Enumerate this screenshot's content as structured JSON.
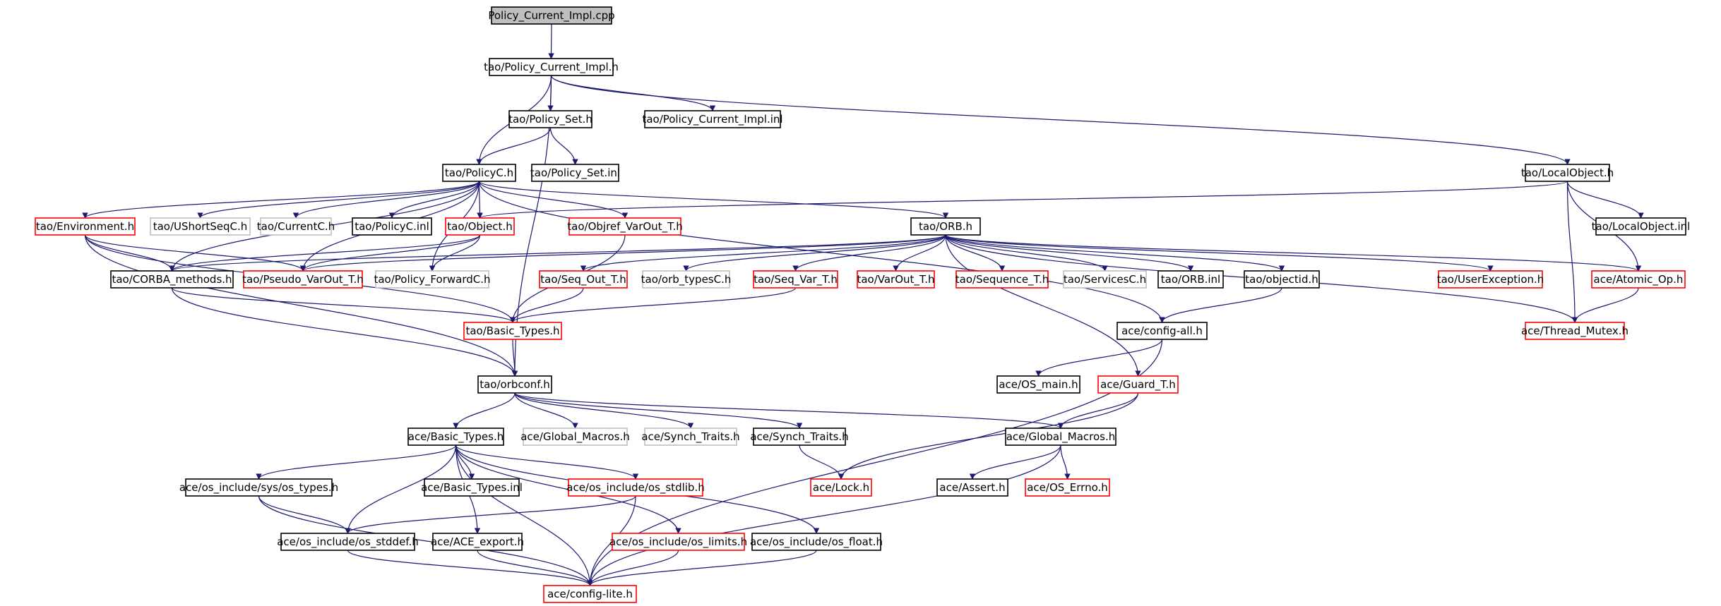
{
  "colors": {
    "edge": "#191970",
    "border_normal": "#000000",
    "border_truncated": "#ff0000",
    "border_external": "#bfbfbf",
    "root_fill": "#bfbfbf",
    "node_fill": "#ffffff"
  },
  "nodes": [
    {
      "id": "root",
      "label": "Policy_Current_Impl.cpp",
      "style": "root"
    },
    {
      "id": "pci_h",
      "label": "tao/Policy_Current_Impl.h",
      "style": "normal"
    },
    {
      "id": "policy_set_h",
      "label": "tao/Policy_Set.h",
      "style": "normal"
    },
    {
      "id": "pci_inl",
      "label": "tao/Policy_Current_Impl.inl",
      "style": "normal"
    },
    {
      "id": "policyc_h",
      "label": "tao/PolicyC.h",
      "style": "normal"
    },
    {
      "id": "policy_set_inl",
      "label": "tao/Policy_Set.inl",
      "style": "normal"
    },
    {
      "id": "localobject_h",
      "label": "tao/LocalObject.h",
      "style": "normal"
    },
    {
      "id": "environment_h",
      "label": "tao/Environment.h",
      "style": "truncated"
    },
    {
      "id": "ushortseqc_h",
      "label": "tao/UShortSeqC.h",
      "style": "external"
    },
    {
      "id": "currentc_h",
      "label": "tao/CurrentC.h",
      "style": "external"
    },
    {
      "id": "policyc_inl",
      "label": "tao/PolicyC.inl",
      "style": "normal"
    },
    {
      "id": "object_h",
      "label": "tao/Object.h",
      "style": "truncated"
    },
    {
      "id": "objref_varout_h",
      "label": "tao/Objref_VarOut_T.h",
      "style": "truncated"
    },
    {
      "id": "orb_h",
      "label": "tao/ORB.h",
      "style": "normal"
    },
    {
      "id": "localobject_inl",
      "label": "tao/LocalObject.inl",
      "style": "normal"
    },
    {
      "id": "corba_methods_h",
      "label": "tao/CORBA_methods.h",
      "style": "normal"
    },
    {
      "id": "pseudo_varout_h",
      "label": "tao/Pseudo_VarOut_T.h",
      "style": "truncated"
    },
    {
      "id": "policy_forwardc_h",
      "label": "tao/Policy_ForwardC.h",
      "style": "external"
    },
    {
      "id": "seq_out_h",
      "label": "tao/Seq_Out_T.h",
      "style": "truncated"
    },
    {
      "id": "orb_typesc_h",
      "label": "tao/orb_typesC.h",
      "style": "external"
    },
    {
      "id": "seq_var_h",
      "label": "tao/Seq_Var_T.h",
      "style": "truncated"
    },
    {
      "id": "varout_h",
      "label": "tao/VarOut_T.h",
      "style": "truncated"
    },
    {
      "id": "sequence_h",
      "label": "tao/Sequence_T.h",
      "style": "truncated"
    },
    {
      "id": "servicesc_h",
      "label": "tao/ServicesC.h",
      "style": "external"
    },
    {
      "id": "orb_inl",
      "label": "tao/ORB.inl",
      "style": "normal"
    },
    {
      "id": "objectid_h",
      "label": "tao/objectid.h",
      "style": "normal"
    },
    {
      "id": "userexception_h",
      "label": "tao/UserException.h",
      "style": "truncated"
    },
    {
      "id": "atomic_op_h",
      "label": "ace/Atomic_Op.h",
      "style": "truncated"
    },
    {
      "id": "tao_basic_types_h",
      "label": "tao/Basic_Types.h",
      "style": "truncated"
    },
    {
      "id": "config_all_h",
      "label": "ace/config-all.h",
      "style": "normal"
    },
    {
      "id": "thread_mutex_h",
      "label": "ace/Thread_Mutex.h",
      "style": "truncated"
    },
    {
      "id": "orbconf_h",
      "label": "tao/orbconf.h",
      "style": "normal"
    },
    {
      "id": "os_main_h",
      "label": "ace/OS_main.h",
      "style": "normal"
    },
    {
      "id": "guard_h",
      "label": "ace/Guard_T.h",
      "style": "truncated"
    },
    {
      "id": "ace_basic_types_h",
      "label": "ace/Basic_Types.h",
      "style": "normal"
    },
    {
      "id": "global_macros_ext",
      "label": "ace/Global_Macros.h",
      "style": "external"
    },
    {
      "id": "synch_traits_ext",
      "label": "ace/Synch_Traits.h",
      "style": "external"
    },
    {
      "id": "synch_traits_h",
      "label": "ace/Synch_Traits.h",
      "style": "normal"
    },
    {
      "id": "global_macros_h",
      "label": "ace/Global_Macros.h",
      "style": "normal"
    },
    {
      "id": "os_types_h",
      "label": "ace/os_include/sys/os_types.h",
      "style": "normal"
    },
    {
      "id": "basic_types_inl",
      "label": "ace/Basic_Types.inl",
      "style": "normal"
    },
    {
      "id": "os_stdlib_h",
      "label": "ace/os_include/os_stdlib.h",
      "style": "truncated"
    },
    {
      "id": "lock_h",
      "label": "ace/Lock.h",
      "style": "truncated"
    },
    {
      "id": "assert_h",
      "label": "ace/Assert.h",
      "style": "normal"
    },
    {
      "id": "os_errno_h",
      "label": "ace/OS_Errno.h",
      "style": "truncated"
    },
    {
      "id": "os_stddef_h",
      "label": "ace/os_include/os_stddef.h",
      "style": "normal"
    },
    {
      "id": "ace_export_h",
      "label": "ace/ACE_export.h",
      "style": "normal"
    },
    {
      "id": "os_limits_h",
      "label": "ace/os_include/os_limits.h",
      "style": "truncated"
    },
    {
      "id": "os_float_h",
      "label": "ace/os_include/os_float.h",
      "style": "normal"
    },
    {
      "id": "config_lite_h",
      "label": "ace/config-lite.h",
      "style": "truncated"
    }
  ],
  "edges": [
    [
      "root",
      "pci_h"
    ],
    [
      "pci_h",
      "policy_set_h"
    ],
    [
      "pci_h",
      "pci_inl"
    ],
    [
      "pci_h",
      "policyc_h"
    ],
    [
      "pci_h",
      "localobject_h"
    ],
    [
      "pci_h",
      "orbconf_h"
    ],
    [
      "policy_set_h",
      "policyc_h"
    ],
    [
      "policy_set_h",
      "policy_set_inl"
    ],
    [
      "policyc_h",
      "environment_h"
    ],
    [
      "policyc_h",
      "ushortseqc_h"
    ],
    [
      "policyc_h",
      "currentc_h"
    ],
    [
      "policyc_h",
      "policyc_inl"
    ],
    [
      "policyc_h",
      "object_h"
    ],
    [
      "policyc_h",
      "objref_varout_h"
    ],
    [
      "policyc_h",
      "orb_h"
    ],
    [
      "policyc_h",
      "corba_methods_h"
    ],
    [
      "policyc_h",
      "pseudo_varout_h"
    ],
    [
      "policyc_h",
      "policy_forwardc_h"
    ],
    [
      "policyc_h",
      "config_all_h"
    ],
    [
      "localobject_h",
      "object_h"
    ],
    [
      "localobject_h",
      "localobject_inl"
    ],
    [
      "localobject_h",
      "thread_mutex_h"
    ],
    [
      "localobject_h",
      "atomic_op_h"
    ],
    [
      "environment_h",
      "corba_methods_h"
    ],
    [
      "environment_h",
      "pseudo_varout_h"
    ],
    [
      "environment_h",
      "tao_basic_types_h"
    ],
    [
      "environment_h",
      "orbconf_h"
    ],
    [
      "object_h",
      "corba_methods_h"
    ],
    [
      "object_h",
      "pseudo_varout_h"
    ],
    [
      "object_h",
      "policy_forwardc_h"
    ],
    [
      "objref_varout_h",
      "tao_basic_types_h"
    ],
    [
      "orb_h",
      "corba_methods_h"
    ],
    [
      "orb_h",
      "pseudo_varout_h"
    ],
    [
      "orb_h",
      "seq_out_h"
    ],
    [
      "orb_h",
      "orb_typesc_h"
    ],
    [
      "orb_h",
      "seq_var_h"
    ],
    [
      "orb_h",
      "varout_h"
    ],
    [
      "orb_h",
      "sequence_h"
    ],
    [
      "orb_h",
      "servicesc_h"
    ],
    [
      "orb_h",
      "orb_inl"
    ],
    [
      "orb_h",
      "objectid_h"
    ],
    [
      "orb_h",
      "userexception_h"
    ],
    [
      "orb_h",
      "atomic_op_h"
    ],
    [
      "orb_h",
      "thread_mutex_h"
    ],
    [
      "orb_h",
      "guard_h"
    ],
    [
      "corba_methods_h",
      "tao_basic_types_h"
    ],
    [
      "corba_methods_h",
      "orbconf_h"
    ],
    [
      "seq_out_h",
      "tao_basic_types_h"
    ],
    [
      "seq_var_h",
      "tao_basic_types_h"
    ],
    [
      "objectid_h",
      "config_all_h"
    ],
    [
      "atomic_op_h",
      "thread_mutex_h"
    ],
    [
      "tao_basic_types_h",
      "orbconf_h"
    ],
    [
      "config_all_h",
      "os_main_h"
    ],
    [
      "config_all_h",
      "config_lite_h"
    ],
    [
      "orbconf_h",
      "ace_basic_types_h"
    ],
    [
      "orbconf_h",
      "global_macros_ext"
    ],
    [
      "orbconf_h",
      "synch_traits_ext"
    ],
    [
      "orbconf_h",
      "synch_traits_h"
    ],
    [
      "orbconf_h",
      "global_macros_h"
    ],
    [
      "guard_h",
      "global_macros_h"
    ],
    [
      "guard_h",
      "lock_h"
    ],
    [
      "ace_basic_types_h",
      "os_types_h"
    ],
    [
      "ace_basic_types_h",
      "basic_types_inl"
    ],
    [
      "ace_basic_types_h",
      "os_stdlib_h"
    ],
    [
      "ace_basic_types_h",
      "os_stddef_h"
    ],
    [
      "ace_basic_types_h",
      "ace_export_h"
    ],
    [
      "ace_basic_types_h",
      "os_limits_h"
    ],
    [
      "ace_basic_types_h",
      "os_float_h"
    ],
    [
      "ace_basic_types_h",
      "config_lite_h"
    ],
    [
      "synch_traits_h",
      "lock_h"
    ],
    [
      "global_macros_h",
      "assert_h"
    ],
    [
      "global_macros_h",
      "os_errno_h"
    ],
    [
      "global_macros_h",
      "config_lite_h"
    ],
    [
      "os_types_h",
      "os_stddef_h"
    ],
    [
      "os_types_h",
      "config_lite_h"
    ],
    [
      "os_stdlib_h",
      "os_stddef_h"
    ],
    [
      "os_stdlib_h",
      "config_lite_h"
    ],
    [
      "os_stddef_h",
      "config_lite_h"
    ],
    [
      "ace_export_h",
      "config_lite_h"
    ],
    [
      "os_limits_h",
      "config_lite_h"
    ],
    [
      "os_float_h",
      "config_lite_h"
    ]
  ]
}
